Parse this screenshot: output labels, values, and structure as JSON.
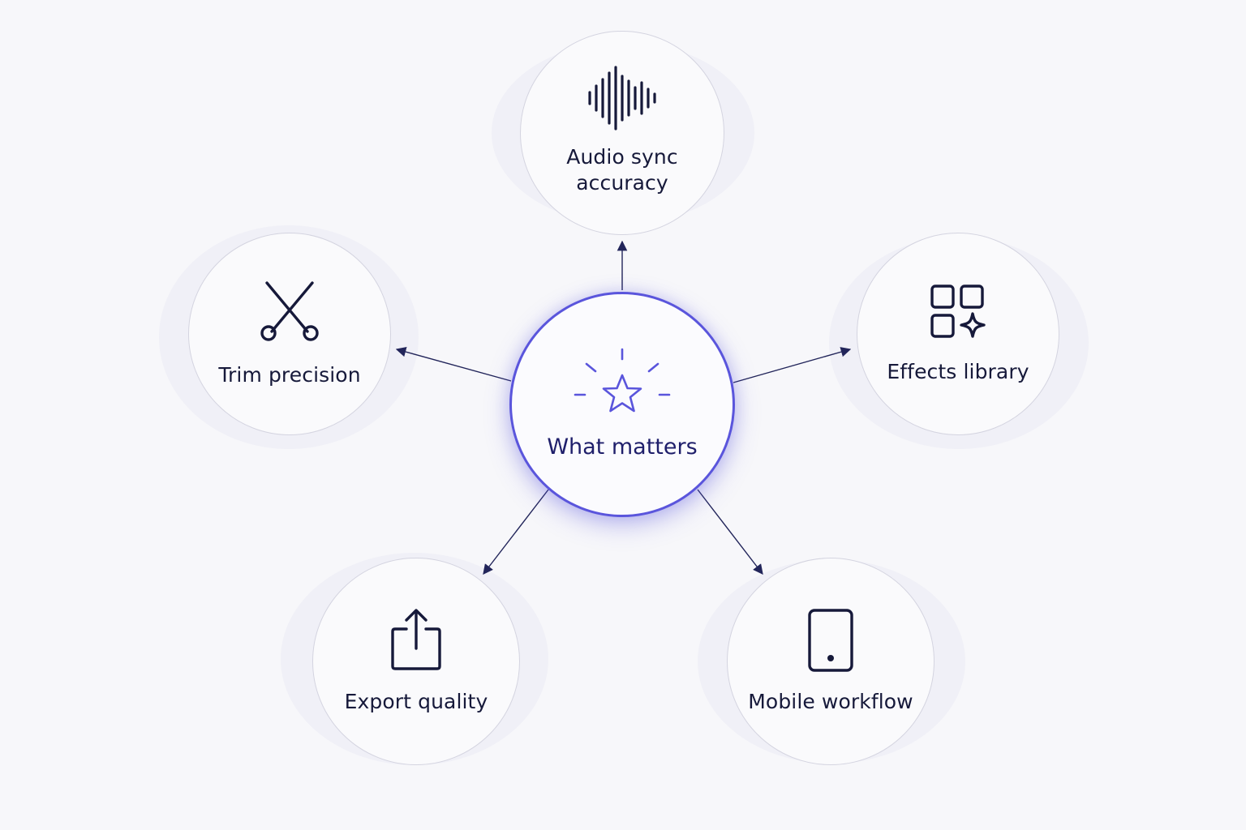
{
  "diagram": {
    "center": {
      "label": "What matters",
      "icon": "star-burst-icon"
    },
    "nodes": [
      {
        "id": "audio-sync",
        "label": "Audio sync accuracy",
        "icon": "waveform-icon"
      },
      {
        "id": "trim",
        "label": "Trim precision",
        "icon": "scissors-icon"
      },
      {
        "id": "effects",
        "label": "Effects library",
        "icon": "grid-sparkle-icon"
      },
      {
        "id": "export",
        "label": "Export quality",
        "icon": "share-export-icon"
      },
      {
        "id": "mobile",
        "label": "Mobile workflow",
        "icon": "phone-icon"
      }
    ]
  },
  "colors": {
    "background": "#f7f7fa",
    "accent": "#5a55dc",
    "text": "#16193a",
    "arrow": "#22255a",
    "node_border": "#d4d4e0",
    "halo": "#eeeef6"
  }
}
